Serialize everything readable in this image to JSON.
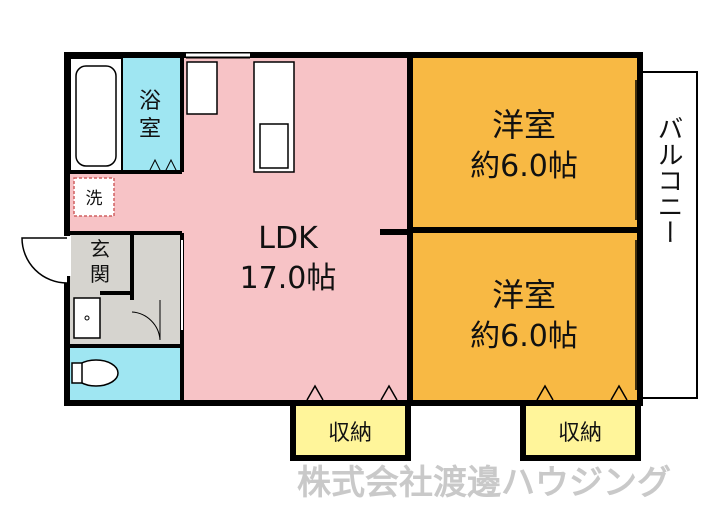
{
  "colors": {
    "ldk": "#f7c3c6",
    "bedroom": "#f8b944",
    "wet": "#9fe6f2",
    "storage": "#fff59a",
    "entrance": "#d6d4cf",
    "wall": "#000000",
    "watermark": "#c9c9c9"
  },
  "rooms": {
    "bath": {
      "line1": "浴",
      "line2": "室"
    },
    "washer": {
      "label": "洗"
    },
    "entrance": {
      "line1": "玄",
      "line2": "関"
    },
    "ldk": {
      "name": "LDK",
      "size": "17.0帖"
    },
    "bedroom_top": {
      "name": "洋室",
      "size": "約6.0帖"
    },
    "bedroom_bottom": {
      "name": "洋室",
      "size": "約6.0帖"
    },
    "storage_left": {
      "label": "収納"
    },
    "storage_right": {
      "label": "収納"
    },
    "balcony": {
      "label": "バルコニー"
    }
  },
  "watermark": {
    "text": "株式会社渡邊ハウジング"
  }
}
